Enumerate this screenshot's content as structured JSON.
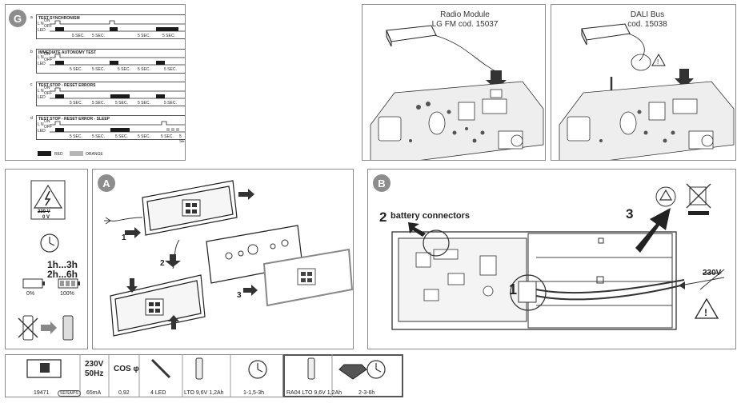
{
  "panel_g": {
    "letter": "G",
    "rows": [
      {
        "letter": "a",
        "title": "TEST SYNCHRONISM"
      },
      {
        "letter": "b",
        "title": "IMMEDIATE AUTONOMY TEST"
      },
      {
        "letter": "c",
        "title": "TEST STOP - RESET ERRORS"
      },
      {
        "letter": "d",
        "title": "TEST STOP - RESET ERROR - SLEEP"
      }
    ],
    "ln_label": "L N",
    "on_label": "ON",
    "off_label": "OFF",
    "led_label": "LED",
    "sec_label": "5 SEC.",
    "legend_red": "RED",
    "legend_orange": "ORANGE",
    "colors": {
      "red": "#1a1a1a",
      "orange": "#b5b5b5"
    }
  },
  "radio_module": {
    "line1": "Radio Module",
    "line2": "LG FM cod. 15037"
  },
  "dali_bus": {
    "line1": "DALI Bus",
    "line2": "cod. 15038"
  },
  "panel_left": {
    "voltage": "230 V",
    "zero_v": "0 V",
    "time1": "1h...3h",
    "time2": "2h...6h",
    "pct0": "0%",
    "pct100": "100%"
  },
  "panel_a": {
    "letter": "A",
    "steps": [
      "1",
      "2",
      "3"
    ]
  },
  "panel_b": {
    "letter": "B",
    "battery_step": "2",
    "battery_label": "battery connectors",
    "step3": "3",
    "step1": "1",
    "v230": "230V"
  },
  "specs": {
    "v230": "230V",
    "hz": "50Hz",
    "cos": "COS φ",
    "code": "19471",
    "se_sa": "SE/SA/PS",
    "current": "65mA",
    "cosphi": "0,92",
    "leds": "4 LED",
    "battery1": "LTO 9,6V 1,2Ah",
    "autonomy1": "1-1,5-3h",
    "battery2": "RA04 LTO 9,6V 1,2Ah",
    "autonomy2": "2-3-6h"
  }
}
